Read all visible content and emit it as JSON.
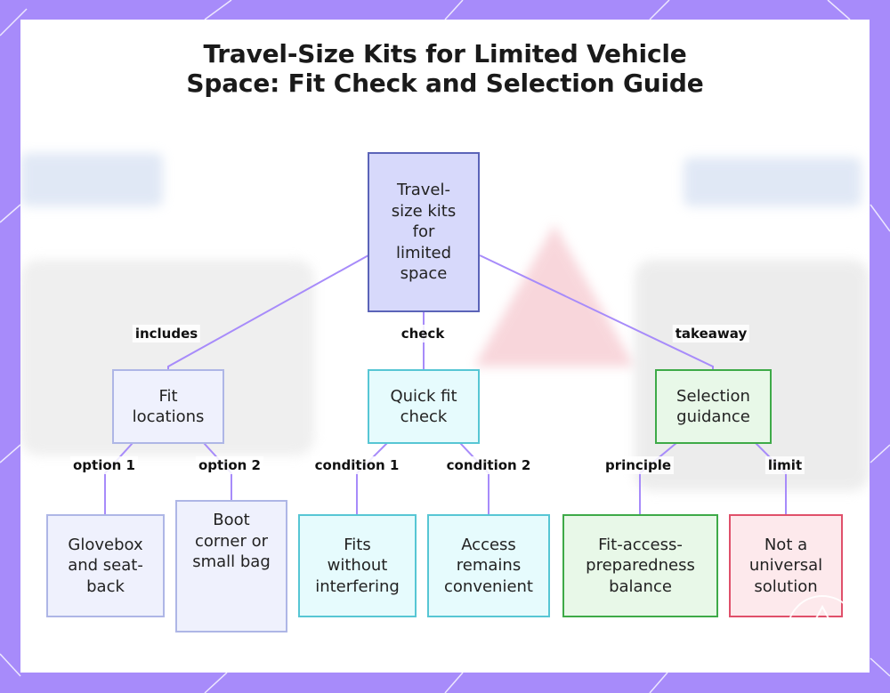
{
  "diagram": {
    "title_lines": [
      "Travel-Size Kits for Limited Vehicle",
      "Space: Fit Check and Selection Guide"
    ],
    "root": {
      "lines": [
        "Travel-",
        "size kits",
        "for",
        "limited",
        "space"
      ]
    },
    "branches": [
      {
        "edge_label": "includes",
        "lines": [
          "Fit",
          "locations"
        ]
      },
      {
        "edge_label": "check",
        "lines": [
          "Quick fit",
          "check"
        ]
      },
      {
        "edge_label": "takeaway",
        "lines": [
          "Selection",
          "guidance"
        ]
      }
    ],
    "leaves": [
      {
        "edge_label": "option 1",
        "lines": [
          "Glovebox",
          "and seat-",
          "back"
        ]
      },
      {
        "edge_label": "option 2",
        "lines": [
          "Boot",
          "corner or",
          "small bag"
        ]
      },
      {
        "edge_label": "condition 1",
        "lines": [
          "Fits",
          "without",
          "interfering"
        ]
      },
      {
        "edge_label": "condition 2",
        "lines": [
          "Access",
          "remains",
          "convenient"
        ]
      },
      {
        "edge_label": "principle",
        "lines": [
          "Fit-access-",
          "preparedness",
          "balance"
        ]
      },
      {
        "edge_label": "limit",
        "lines": [
          "Not a",
          "universal",
          "solution"
        ]
      }
    ]
  },
  "colors": {
    "frame": "#a78bfa",
    "edge": "#a78bfa",
    "root_fill": "#d7d9fb",
    "locations_fill": "#eff1fd",
    "check_fill": "#e6fbfd",
    "guidance_fill": "#e8f8e8",
    "limit_fill": "#fde9ec"
  }
}
